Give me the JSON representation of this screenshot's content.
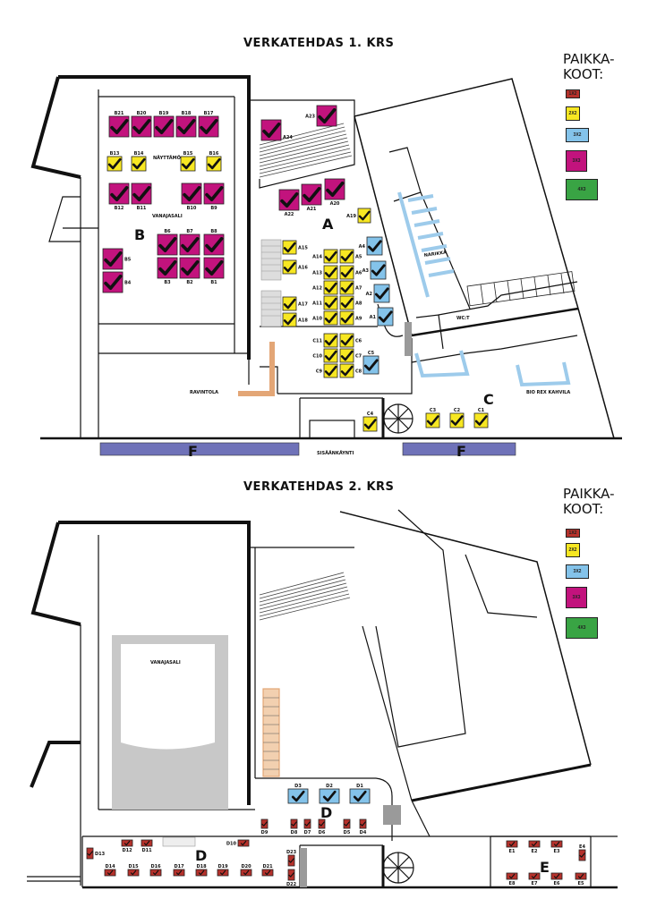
{
  "floor1": {
    "title": "VERKATEHDAS 1. KRS"
  },
  "floor2": {
    "title": "VERKATEHDAS 2. KRS"
  },
  "legend": {
    "title_line1": "PAIKKA-",
    "title_line2": "KOOT:",
    "sizes": [
      {
        "label": "1X2",
        "color": "#b5312b"
      },
      {
        "label": "2X2",
        "color": "#f7e722"
      },
      {
        "label": "3X2",
        "color": "#84c3ea"
      },
      {
        "label": "3X3",
        "color": "#c2137d"
      },
      {
        "label": "4X3",
        "color": "#39a444"
      }
    ]
  },
  "colors": {
    "red": "#b5312b",
    "yellow": "#f7e722",
    "blue": "#84c3ea",
    "magenta": "#c2137d",
    "green": "#39a444",
    "strip": "#6f72b8",
    "orange": "#e3a676",
    "lightblue": "#9dcbeb",
    "gray": "#c8c8c8"
  },
  "zones1": {
    "A": "A",
    "B": "B",
    "C": "C",
    "F": "F"
  },
  "zones2": {
    "D": "D",
    "E": "E"
  },
  "rooms1": {
    "naytto": "NÄYTTÄMÖ",
    "vanajasali": "VANAJASALI",
    "ravintola": "RAVINTOLA",
    "narikka": "NARIKKA",
    "wc": "WC:T",
    "bio": "BIO REX KAHVILA",
    "sisaan": "SISÄÄNKÄYNTI"
  },
  "rooms2": {
    "vanajasali": "VANAJASALI"
  },
  "icons": {
    "stand": "checkmark-icon"
  },
  "stands1": [
    {
      "id": "B21",
      "c": "magenta"
    },
    {
      "id": "B20",
      "c": "magenta"
    },
    {
      "id": "B19",
      "c": "magenta"
    },
    {
      "id": "B18",
      "c": "magenta"
    },
    {
      "id": "B17",
      "c": "magenta"
    },
    {
      "id": "B13",
      "c": "yellow"
    },
    {
      "id": "B14",
      "c": "yellow"
    },
    {
      "id": "B15",
      "c": "yellow"
    },
    {
      "id": "B16",
      "c": "yellow"
    },
    {
      "id": "B12",
      "c": "magenta"
    },
    {
      "id": "B11",
      "c": "magenta"
    },
    {
      "id": "B10",
      "c": "magenta"
    },
    {
      "id": "B9",
      "c": "magenta"
    },
    {
      "id": "B6",
      "c": "magenta"
    },
    {
      "id": "B7",
      "c": "magenta"
    },
    {
      "id": "B8",
      "c": "magenta"
    },
    {
      "id": "B3",
      "c": "magenta"
    },
    {
      "id": "B2",
      "c": "magenta"
    },
    {
      "id": "B1",
      "c": "magenta"
    },
    {
      "id": "B5",
      "c": "magenta"
    },
    {
      "id": "B4",
      "c": "magenta"
    },
    {
      "id": "A24",
      "c": "magenta"
    },
    {
      "id": "A23",
      "c": "magenta"
    },
    {
      "id": "A22",
      "c": "magenta"
    },
    {
      "id": "A21",
      "c": "magenta"
    },
    {
      "id": "A20",
      "c": "magenta"
    },
    {
      "id": "A19",
      "c": "yellow"
    },
    {
      "id": "A15",
      "c": "yellow"
    },
    {
      "id": "A16",
      "c": "yellow"
    },
    {
      "id": "A17",
      "c": "yellow"
    },
    {
      "id": "A18",
      "c": "yellow"
    },
    {
      "id": "A14",
      "c": "yellow"
    },
    {
      "id": "A5",
      "c": "yellow"
    },
    {
      "id": "A13",
      "c": "yellow"
    },
    {
      "id": "A6",
      "c": "yellow"
    },
    {
      "id": "A12",
      "c": "yellow"
    },
    {
      "id": "A7",
      "c": "yellow"
    },
    {
      "id": "A11",
      "c": "yellow"
    },
    {
      "id": "A8",
      "c": "yellow"
    },
    {
      "id": "A10",
      "c": "yellow"
    },
    {
      "id": "A9",
      "c": "yellow"
    },
    {
      "id": "A4",
      "c": "blue"
    },
    {
      "id": "A3",
      "c": "blue"
    },
    {
      "id": "A2",
      "c": "blue"
    },
    {
      "id": "A1",
      "c": "blue"
    },
    {
      "id": "C11",
      "c": "yellow"
    },
    {
      "id": "C6",
      "c": "yellow"
    },
    {
      "id": "C10",
      "c": "yellow"
    },
    {
      "id": "C7",
      "c": "yellow"
    },
    {
      "id": "C9",
      "c": "yellow"
    },
    {
      "id": "C8",
      "c": "yellow"
    },
    {
      "id": "C5",
      "c": "blue"
    },
    {
      "id": "C4",
      "c": "yellow"
    },
    {
      "id": "C3",
      "c": "yellow"
    },
    {
      "id": "C2",
      "c": "yellow"
    },
    {
      "id": "C1",
      "c": "yellow"
    }
  ],
  "stands2": [
    {
      "id": "D3",
      "c": "blue"
    },
    {
      "id": "D2",
      "c": "blue"
    },
    {
      "id": "D1",
      "c": "blue"
    },
    {
      "id": "D9",
      "c": "red"
    },
    {
      "id": "D8",
      "c": "red"
    },
    {
      "id": "D7",
      "c": "red"
    },
    {
      "id": "D6",
      "c": "red"
    },
    {
      "id": "D5",
      "c": "red"
    },
    {
      "id": "D4",
      "c": "red"
    },
    {
      "id": "D12",
      "c": "red"
    },
    {
      "id": "D11",
      "c": "red"
    },
    {
      "id": "D10",
      "c": "red"
    },
    {
      "id": "D13",
      "c": "red"
    },
    {
      "id": "D23",
      "c": "red"
    },
    {
      "id": "D14",
      "c": "red"
    },
    {
      "id": "D15",
      "c": "red"
    },
    {
      "id": "D16",
      "c": "red"
    },
    {
      "id": "D17",
      "c": "red"
    },
    {
      "id": "D18",
      "c": "red"
    },
    {
      "id": "D19",
      "c": "red"
    },
    {
      "id": "D20",
      "c": "red"
    },
    {
      "id": "D21",
      "c": "red"
    },
    {
      "id": "D22",
      "c": "red"
    },
    {
      "id": "E1",
      "c": "red"
    },
    {
      "id": "E2",
      "c": "red"
    },
    {
      "id": "E3",
      "c": "red"
    },
    {
      "id": "E4",
      "c": "red"
    },
    {
      "id": "E8",
      "c": "red"
    },
    {
      "id": "E7",
      "c": "red"
    },
    {
      "id": "E6",
      "c": "red"
    },
    {
      "id": "E5",
      "c": "red"
    }
  ]
}
